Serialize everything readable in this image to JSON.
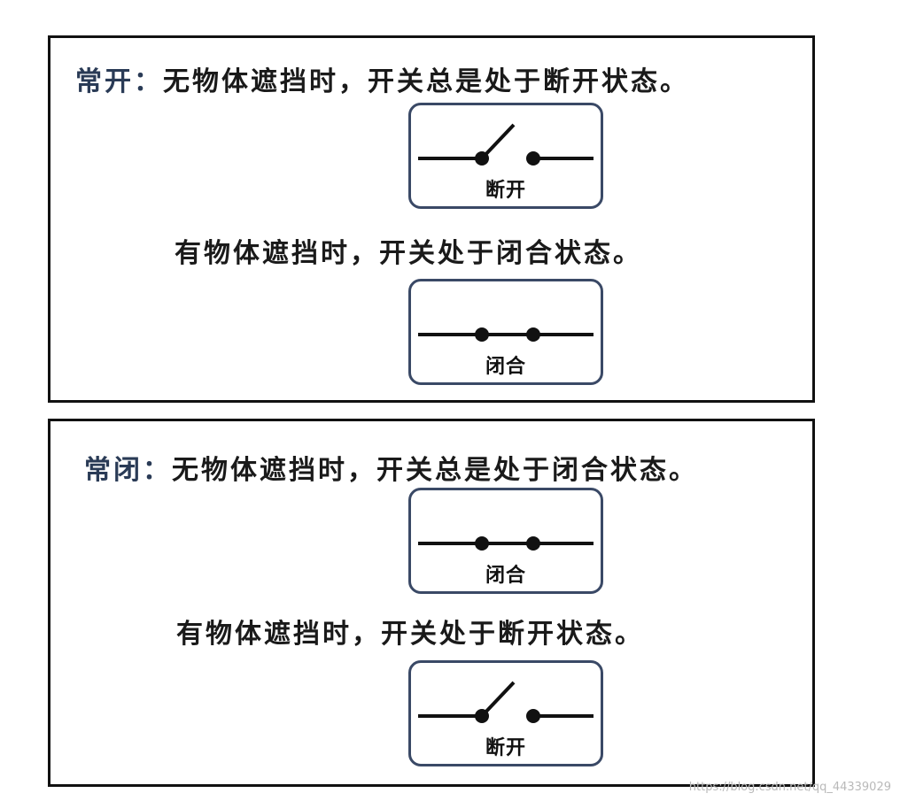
{
  "normally_open": {
    "mode_label": "常开：",
    "description": "无物体遮挡时，开关总是处于断开状态。",
    "first_switch_label": "断开",
    "blocked_text": "有物体遮挡时，开关处于闭合状态。",
    "second_switch_label": "闭合"
  },
  "normally_closed": {
    "mode_label": "常闭：",
    "description": "无物体遮挡时，开关总是处于闭合状态。",
    "first_switch_label": "闭合",
    "blocked_text": "有物体遮挡时，开关处于断开状态。",
    "second_switch_label": "断开"
  },
  "watermark": "https://blog.csdn.net/qq_44339029",
  "colors": {
    "border": "#111111",
    "switch_border": "#3a4966",
    "mode_text": "#2a3b56",
    "watermark": "#b9b9b9"
  }
}
